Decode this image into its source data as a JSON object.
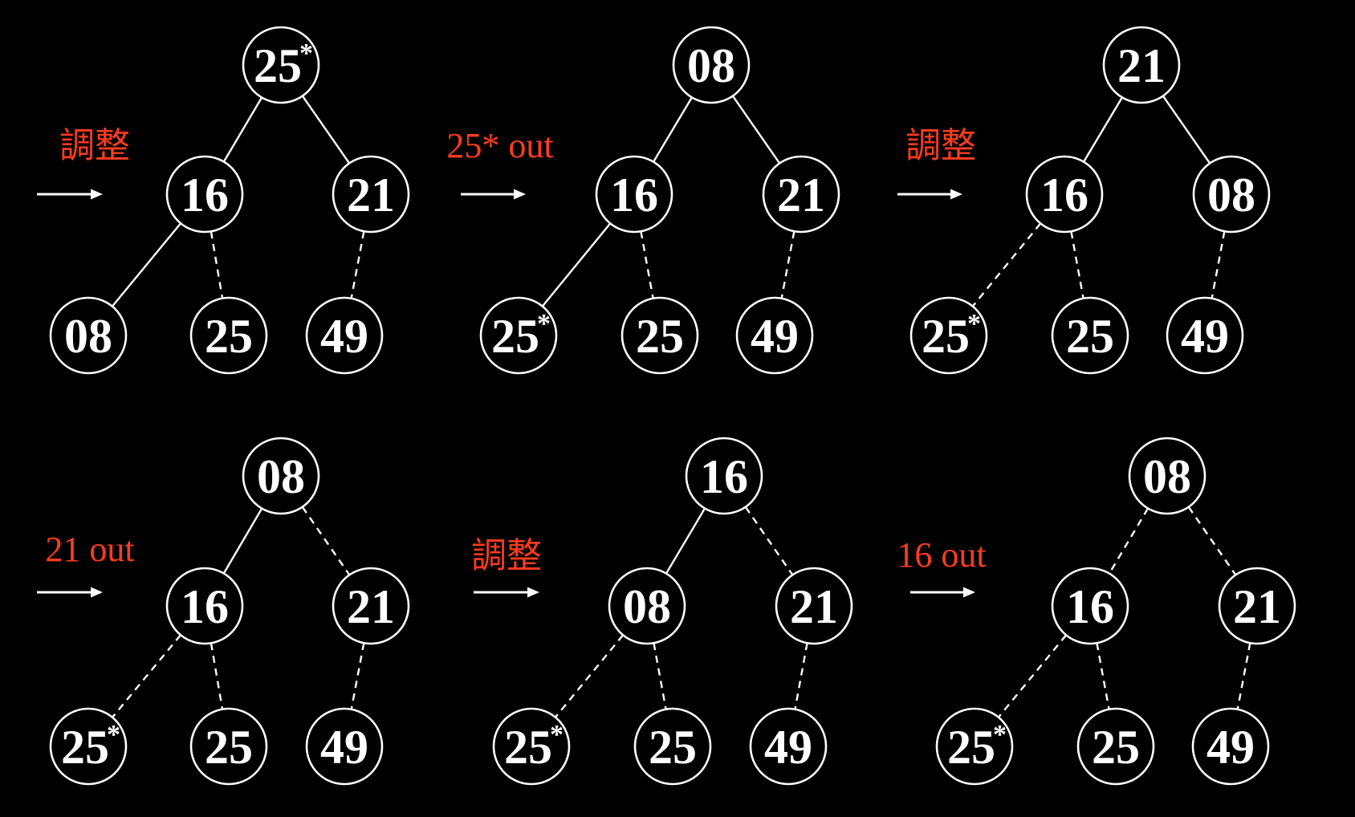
{
  "panels": [
    {
      "arrow_label": "調整",
      "nodes": {
        "root": {
          "value": "25",
          "star": "*"
        },
        "left": {
          "value": "16",
          "star": ""
        },
        "right": {
          "value": "21",
          "star": ""
        },
        "ll": {
          "value": "08",
          "star": ""
        },
        "lr": {
          "value": "25",
          "star": ""
        },
        "rl": {
          "value": "49",
          "star": ""
        }
      },
      "edges": {
        "root-left": "solid",
        "root-right": "solid",
        "left-ll": "solid",
        "left-lr": "dashed",
        "right-rl": "dashed"
      }
    },
    {
      "arrow_label": "25* out",
      "nodes": {
        "root": {
          "value": "08",
          "star": ""
        },
        "left": {
          "value": "16",
          "star": ""
        },
        "right": {
          "value": "21",
          "star": ""
        },
        "ll": {
          "value": "25",
          "star": "*"
        },
        "lr": {
          "value": "25",
          "star": ""
        },
        "rl": {
          "value": "49",
          "star": ""
        }
      },
      "edges": {
        "root-left": "solid",
        "root-right": "solid",
        "left-ll": "solid",
        "left-lr": "dashed",
        "right-rl": "dashed"
      }
    },
    {
      "arrow_label": "調整",
      "nodes": {
        "root": {
          "value": "21",
          "star": ""
        },
        "left": {
          "value": "16",
          "star": ""
        },
        "right": {
          "value": "08",
          "star": ""
        },
        "ll": {
          "value": "25",
          "star": "*"
        },
        "lr": {
          "value": "25",
          "star": ""
        },
        "rl": {
          "value": "49",
          "star": ""
        }
      },
      "edges": {
        "root-left": "solid",
        "root-right": "solid",
        "left-ll": "dashed",
        "left-lr": "dashed",
        "right-rl": "dashed"
      }
    },
    {
      "arrow_label": "21 out",
      "nodes": {
        "root": {
          "value": "08",
          "star": ""
        },
        "left": {
          "value": "16",
          "star": ""
        },
        "right": {
          "value": "21",
          "star": ""
        },
        "ll": {
          "value": "25",
          "star": "*"
        },
        "lr": {
          "value": "25",
          "star": ""
        },
        "rl": {
          "value": "49",
          "star": ""
        }
      },
      "edges": {
        "root-left": "solid",
        "root-right": "dashed",
        "left-ll": "dashed",
        "left-lr": "dashed",
        "right-rl": "dashed"
      }
    },
    {
      "arrow_label": "調整",
      "nodes": {
        "root": {
          "value": "16",
          "star": ""
        },
        "left": {
          "value": "08",
          "star": ""
        },
        "right": {
          "value": "21",
          "star": ""
        },
        "ll": {
          "value": "25",
          "star": "*"
        },
        "lr": {
          "value": "25",
          "star": ""
        },
        "rl": {
          "value": "49",
          "star": ""
        }
      },
      "edges": {
        "root-left": "solid",
        "root-right": "dashed",
        "left-ll": "dashed",
        "left-lr": "dashed",
        "right-rl": "dashed"
      }
    },
    {
      "arrow_label": "16 out",
      "nodes": {
        "root": {
          "value": "08",
          "star": ""
        },
        "left": {
          "value": "16",
          "star": ""
        },
        "right": {
          "value": "21",
          "star": ""
        },
        "ll": {
          "value": "25",
          "star": "*"
        },
        "lr": {
          "value": "25",
          "star": ""
        },
        "rl": {
          "value": "49",
          "star": ""
        }
      },
      "edges": {
        "root-left": "dashed",
        "root-right": "dashed",
        "left-ll": "dashed",
        "left-lr": "dashed",
        "right-rl": "dashed"
      }
    }
  ]
}
